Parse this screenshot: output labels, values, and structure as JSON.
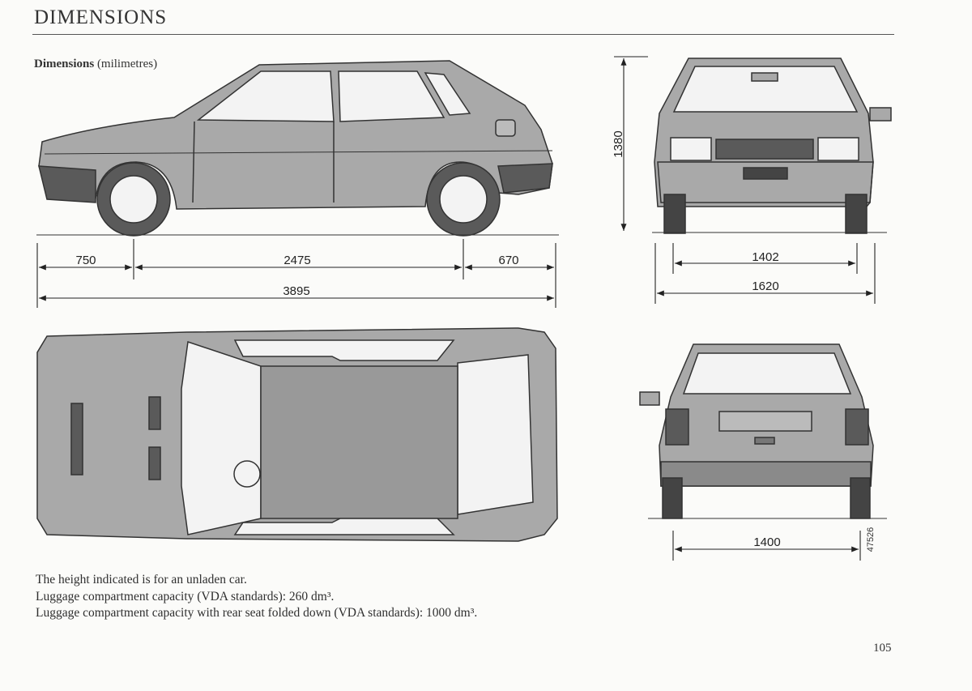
{
  "header": {
    "section_title": "DIMENSIONS",
    "subtitle_bold": "Dimensions",
    "subtitle_rest": "(milimetres)"
  },
  "dimensions": {
    "front_overhang": "750",
    "wheelbase": "2475",
    "rear_overhang": "670",
    "overall_length": "3895",
    "height": "1380",
    "front_track": "1402",
    "overall_width": "1620",
    "rear_track": "1400"
  },
  "figure_code": "47526",
  "notes": [
    "The height indicated is for an unladen car.",
    "Luggage compartment capacity (VDA standards): 260 dm³.",
    "Luggage compartment capacity with rear seat folded down (VDA standards): 1000 dm³."
  ],
  "page_number": "105",
  "colors": {
    "car_fill": "#a9a9a9",
    "car_dark": "#5a5a5a",
    "glass": "#f3f3f3",
    "line": "#333333"
  }
}
